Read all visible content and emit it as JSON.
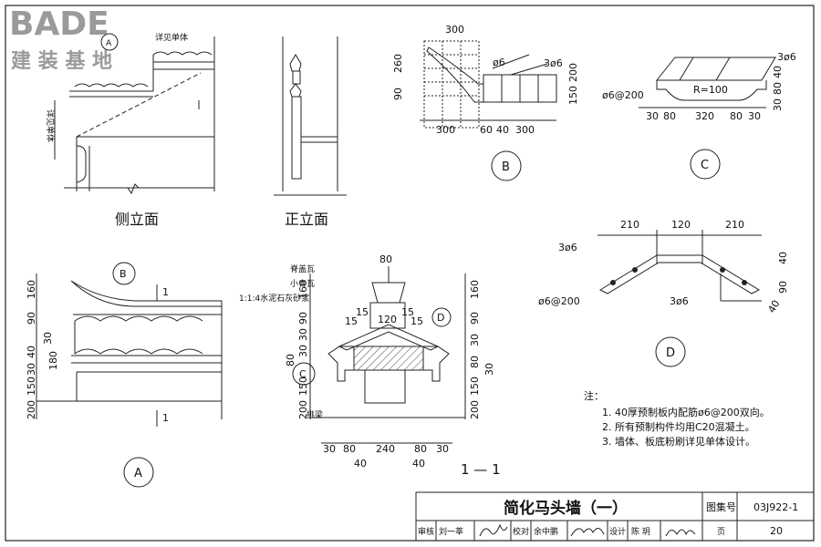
{
  "watermark": {
    "brand": "BADE",
    "subtitle": "建 装 基 地"
  },
  "views": {
    "side_elevation": "侧立面",
    "front_elevation": "正立面",
    "section": "1 — 1",
    "section_mark": "1"
  },
  "callouts": {
    "A": "A",
    "B": "B",
    "C": "C",
    "D": "D"
  },
  "refs": {
    "detail_single": "详见单体"
  },
  "detail_B": {
    "top_width": "300",
    "left_dims": [
      "260",
      "90"
    ],
    "right_dims": [
      "200",
      "150"
    ],
    "bottom_dims": [
      "300",
      "60",
      "40",
      "300"
    ],
    "rebar_a": "ø6",
    "rebar_b": "3ø6"
  },
  "detail_C": {
    "rebar_top": "3ø6",
    "rebar_mesh": "ø6@200",
    "radius": "R=100",
    "right_dims": [
      "40",
      "80",
      "30"
    ],
    "bottom_dims": [
      "30",
      "80",
      "320",
      "80",
      "30"
    ]
  },
  "detail_D": {
    "top_dims": [
      "210",
      "120",
      "210"
    ],
    "rebar_left": "3ø6",
    "rebar_mesh": "ø6@200",
    "rebar_bottom": "3ø6",
    "right_dims": [
      "40",
      "90",
      "40"
    ]
  },
  "section_labels": {
    "ridge_tile": "脊盖瓦",
    "small_tile": "小青瓦",
    "mortar": "1:1:4水泥石灰砂浆",
    "beam": "挑梁"
  },
  "section_dims": {
    "top": "80",
    "fifteen_left": "15",
    "fifteen_right": "15",
    "fifteen_l2": "15",
    "fifteen_r2": "15",
    "center": "120",
    "left_col": [
      "160",
      "90",
      "30",
      "30",
      "80",
      "150",
      "200"
    ],
    "right_col": [
      "160",
      "90",
      "30",
      "30",
      "80",
      "150",
      "200"
    ],
    "bottom_row": [
      "30",
      "80",
      "240",
      "80",
      "30"
    ],
    "bottom_40": [
      "40",
      "40"
    ]
  },
  "detail_A": {
    "left_col": [
      "160",
      "90",
      "40",
      "30",
      "180",
      "30",
      "150",
      "200"
    ],
    "mark_1a": "1",
    "mark_1b": "1"
  },
  "notes": {
    "heading": "注：",
    "items": [
      "1.  40厚预制板内配筋ø6@200双向。",
      "2.  所有预制构件均用C20混凝土。",
      "3.  墙体、板底粉刷详见单体设计。"
    ]
  },
  "title_block": {
    "title": "简化马头墙（一）",
    "atlas_label": "图集号",
    "atlas_no": "03J922-1",
    "review_label": "审核",
    "reviewer": "刘一莘",
    "check_label": "校对",
    "checker": "余中鹏",
    "design_label": "设计",
    "designer": "陈 玥",
    "page_label": "页",
    "page_no": "20"
  }
}
